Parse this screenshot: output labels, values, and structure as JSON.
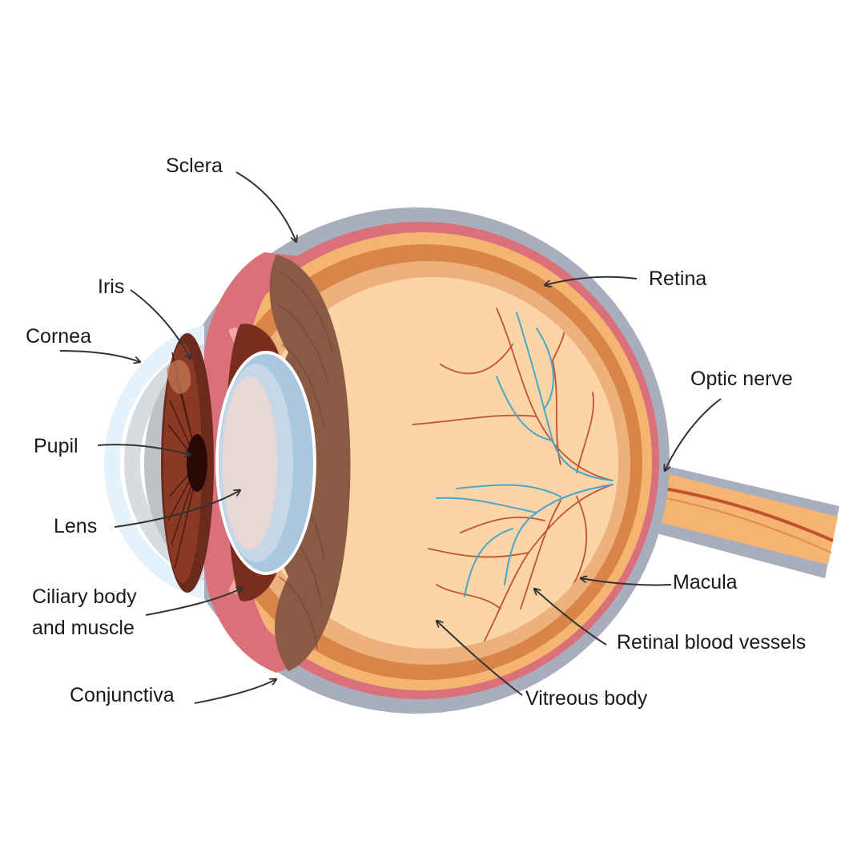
{
  "labels": {
    "sclera": "Sclera",
    "iris": "Iris",
    "cornea": "Cornea",
    "pupil": "Pupil",
    "lens": "Lens",
    "ciliary_line1": "Ciliary body",
    "ciliary_line2": "and muscle",
    "conjunctiva": "Conjunctiva",
    "retina": "Retina",
    "optic_nerve": "Optic nerve",
    "macula": "Macula",
    "retinal_blood_vessels": "Retinal blood vessels",
    "vitreous_body": "Vitreous body"
  },
  "colors": {
    "conjunctiva": "#a9aebf",
    "sclera_band": "#d9707a",
    "choroid": "#d98549",
    "retina_band": "#f6b472",
    "vitreous": "#fcd5a6",
    "vitreous_shade": "#eeb07c",
    "ciliary": "#8a5a45",
    "iris": "#6b2a1c",
    "cornea": "#d9e9f5",
    "lens": "#a9c7de",
    "lens_core": "#ead8d6",
    "artery": "#c2512f",
    "vein": "#4aa5cc",
    "leader_line": "#333333"
  }
}
